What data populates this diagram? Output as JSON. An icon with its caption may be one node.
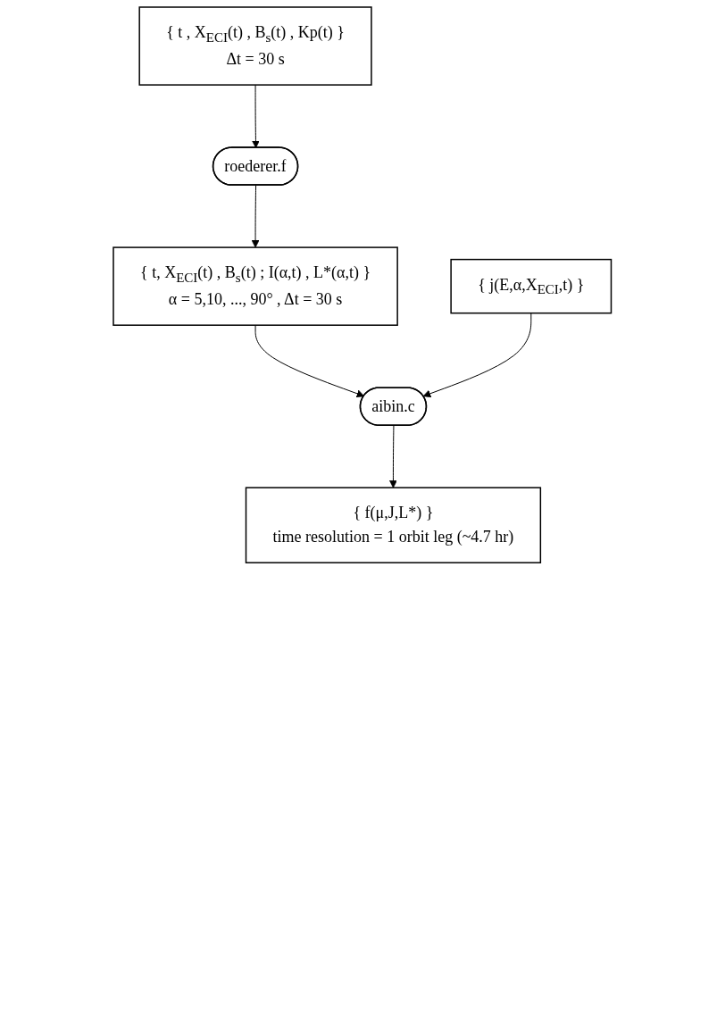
{
  "diagram": {
    "nodes": [
      {
        "text": [
          "{ t , X$_{ECI}$(t) , B$_{s}$(t) , Kp(t) }",
          "Δt = 30 s"
        ]
      },
      {
        "text": [
          "roederer.f"
        ]
      },
      {
        "text": [
          "{ t, X$_{ECI}$(t) , B$_{s}$(t) ; I(α,t) , L*(α,t) }",
          "α = 5,10, ..., 90° , Δt = 30 s"
        ]
      },
      {
        "text": [
          "aibin.c"
        ]
      },
      {
        "text": [
          "{ j(E,α,X$_{ECI}$,t) }"
        ]
      },
      {
        "text": [
          "{ f(μ,J,L*) }",
          "time resolution = 1 orbit leg (~4.7 hr)"
        ]
      }
    ],
    "edges": [
      {
        "from": 0,
        "to": 1,
        "arrow": "to"
      },
      {
        "from": 1,
        "to": 2,
        "arrow": "to"
      },
      {
        "from": 2,
        "to": 3,
        "arrow": "to"
      },
      {
        "from": 4,
        "to": 3,
        "arrow": "to"
      },
      {
        "from": 3,
        "to": 5,
        "arrow": "to"
      }
    ]
  }
}
